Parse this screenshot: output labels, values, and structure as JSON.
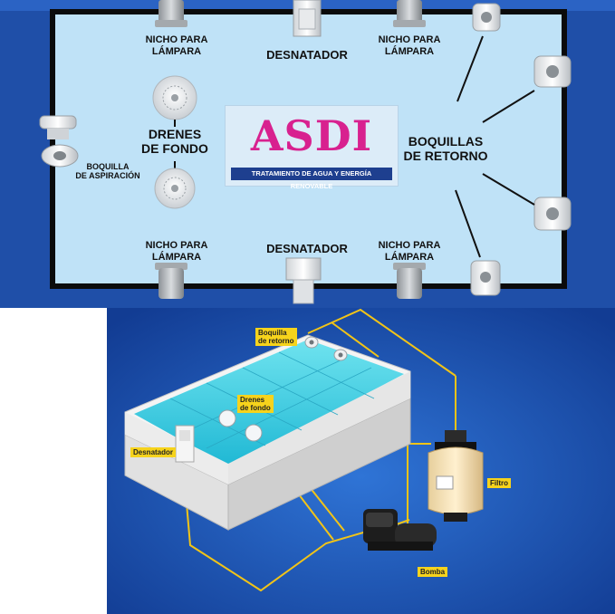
{
  "plan": {
    "niche_top_left": [
      "NICHO PARA",
      "LÁMPARA"
    ],
    "niche_top_right": [
      "NICHO PARA",
      "LÁMPARA"
    ],
    "niche_bottom_left": [
      "NICHO PARA",
      "LÁMPARA"
    ],
    "niche_bottom_right": [
      "NICHO PARA",
      "LÁMPARA"
    ],
    "skimmer_top": "DESNATADOR",
    "skimmer_bottom": "DESNATADOR",
    "drains": [
      "DRENES",
      "DE FONDO"
    ],
    "return_jets": [
      "BOQUILLAS",
      "DE RETORNO"
    ],
    "suction": [
      "BOQUILLA",
      "DE ASPIRACIÓN"
    ]
  },
  "logo": {
    "text": "ASDI",
    "banner": "TRATAMIENTO DE AGUA Y ENERGÍA RENOVABLE"
  },
  "iso": {
    "return": [
      "Boquilla",
      "de retorno"
    ],
    "drains": [
      "Drenes",
      "de fondo"
    ],
    "skimmer": "Desnatador",
    "filter": "Filtro",
    "pump": "Bomba"
  },
  "colors": {
    "frame_blue": "#1f4fa8",
    "pool_light": "#bfe2f7",
    "bottom_bg": "#1c55b8",
    "pipe": "#f2c417",
    "water": "#39d0e6"
  }
}
